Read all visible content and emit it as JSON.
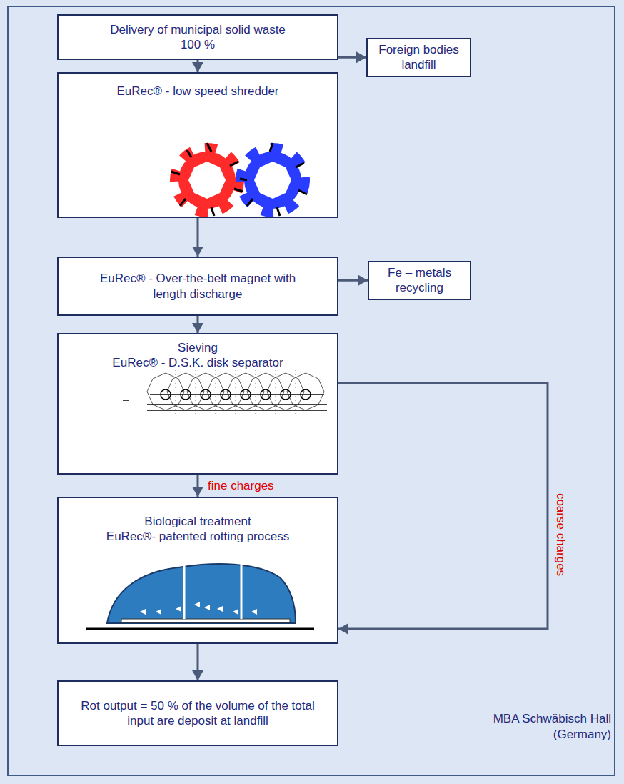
{
  "diagram": {
    "nodes": [
      {
        "text": [
          "Delivery of municipal solid waste",
          "100 %"
        ]
      },
      {
        "text": [
          "Foreign bodies landfill"
        ]
      },
      {
        "text": [
          "EuRec® - low speed shredder"
        ]
      },
      {
        "text": [
          "EuRec® - Over-the-belt magnet with length discharge"
        ]
      },
      {
        "text": [
          "Fe – metals recycling"
        ]
      },
      {
        "text": [
          "Sieving",
          "EuRec® - D.S.K. disk separator"
        ]
      },
      {
        "text": [
          "Biological treatment",
          "EuRec®- patented rotting process"
        ]
      },
      {
        "text": [
          "Rot output = 50 % of the volume of the total input are deposit at landfill"
        ]
      }
    ],
    "edges": [
      {
        "from": 0,
        "to": 1,
        "arrow": "to"
      },
      {
        "from": 0,
        "to": 2,
        "arrow": "to"
      },
      {
        "from": 2,
        "to": 3,
        "arrow": "to"
      },
      {
        "from": 3,
        "to": 4,
        "arrow": "to"
      },
      {
        "from": 3,
        "to": 5,
        "arrow": "to"
      },
      {
        "from": 5,
        "to": 6,
        "label": "fine charges",
        "arrow": "to"
      },
      {
        "from": 5,
        "to": 6,
        "label": "coarse charges",
        "arrow": "to"
      },
      {
        "from": 6,
        "to": 7,
        "arrow": "to"
      }
    ],
    "labels": [
      "MBA Schwäbisch Hall (Germany)"
    ]
  }
}
